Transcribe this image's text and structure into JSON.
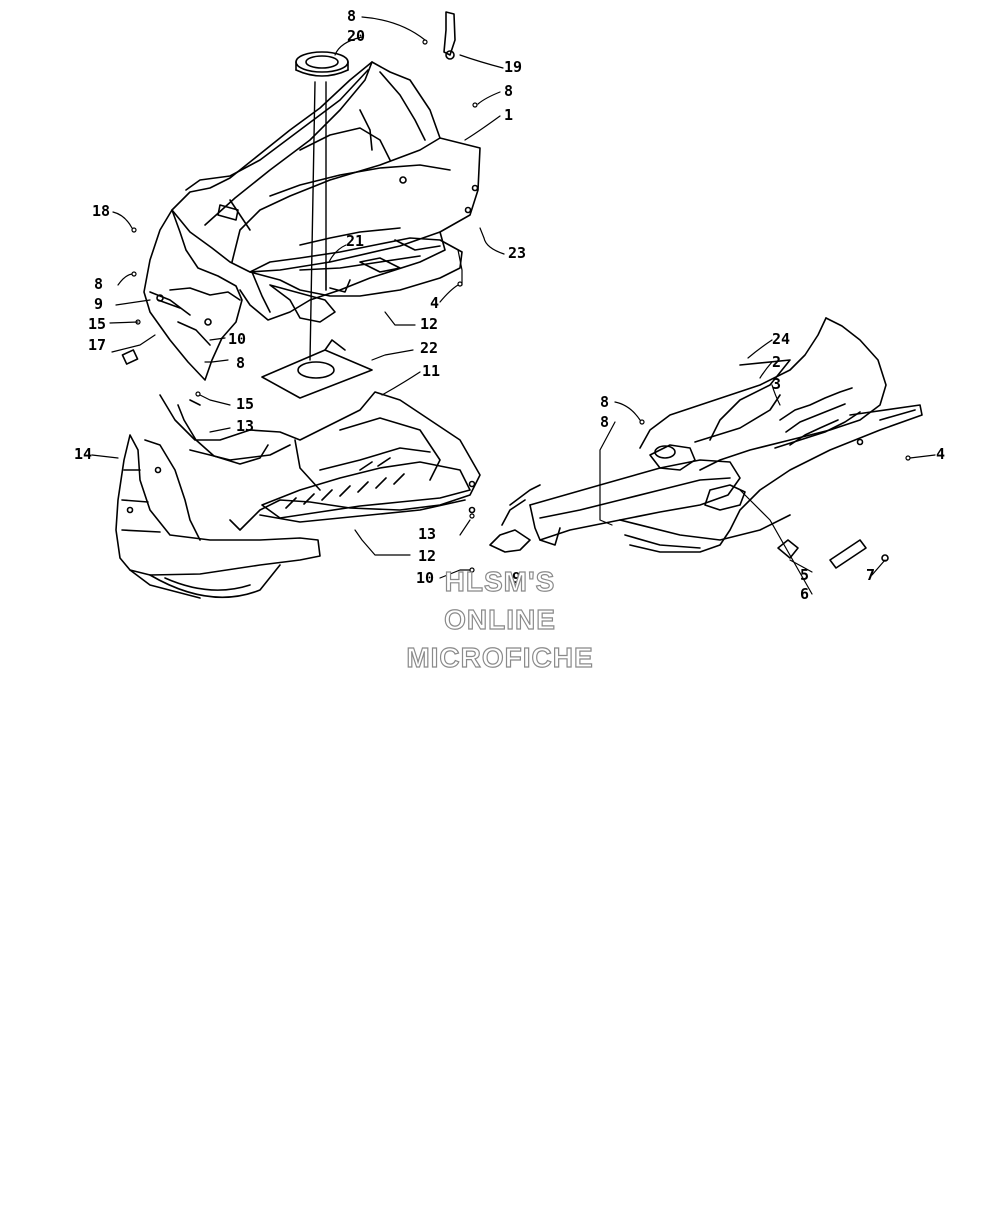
{
  "callouts": {
    "c_8_top": "8",
    "c_20": "20",
    "c_19": "19",
    "c_8_b": "8",
    "c_1": "1",
    "c_18": "18",
    "c_21": "21",
    "c_23": "23",
    "c_8_left": "8",
    "c_9_left": "9",
    "c_15_left": "15",
    "c_17": "17",
    "c_10_left": "10",
    "c_8_mid": "8",
    "c_4_mid": "4",
    "c_12_upper": "12",
    "c_22": "22",
    "c_11": "11",
    "c_15_mid": "15",
    "c_13_upper": "13",
    "c_14": "14",
    "c_13_lower": "13",
    "c_12_lower": "12",
    "c_10_low": "10",
    "c_9_low": "9",
    "c_24": "24",
    "c_2": "2",
    "c_3": "3",
    "c_8_right1": "8",
    "c_8_right2": "8",
    "c_4_right": "4",
    "c_5": "5",
    "c_6": "6",
    "c_7": "7"
  },
  "watermark": {
    "line1": "HLSM'S",
    "line2": "ONLINE",
    "line3": "MICROFICHE"
  }
}
